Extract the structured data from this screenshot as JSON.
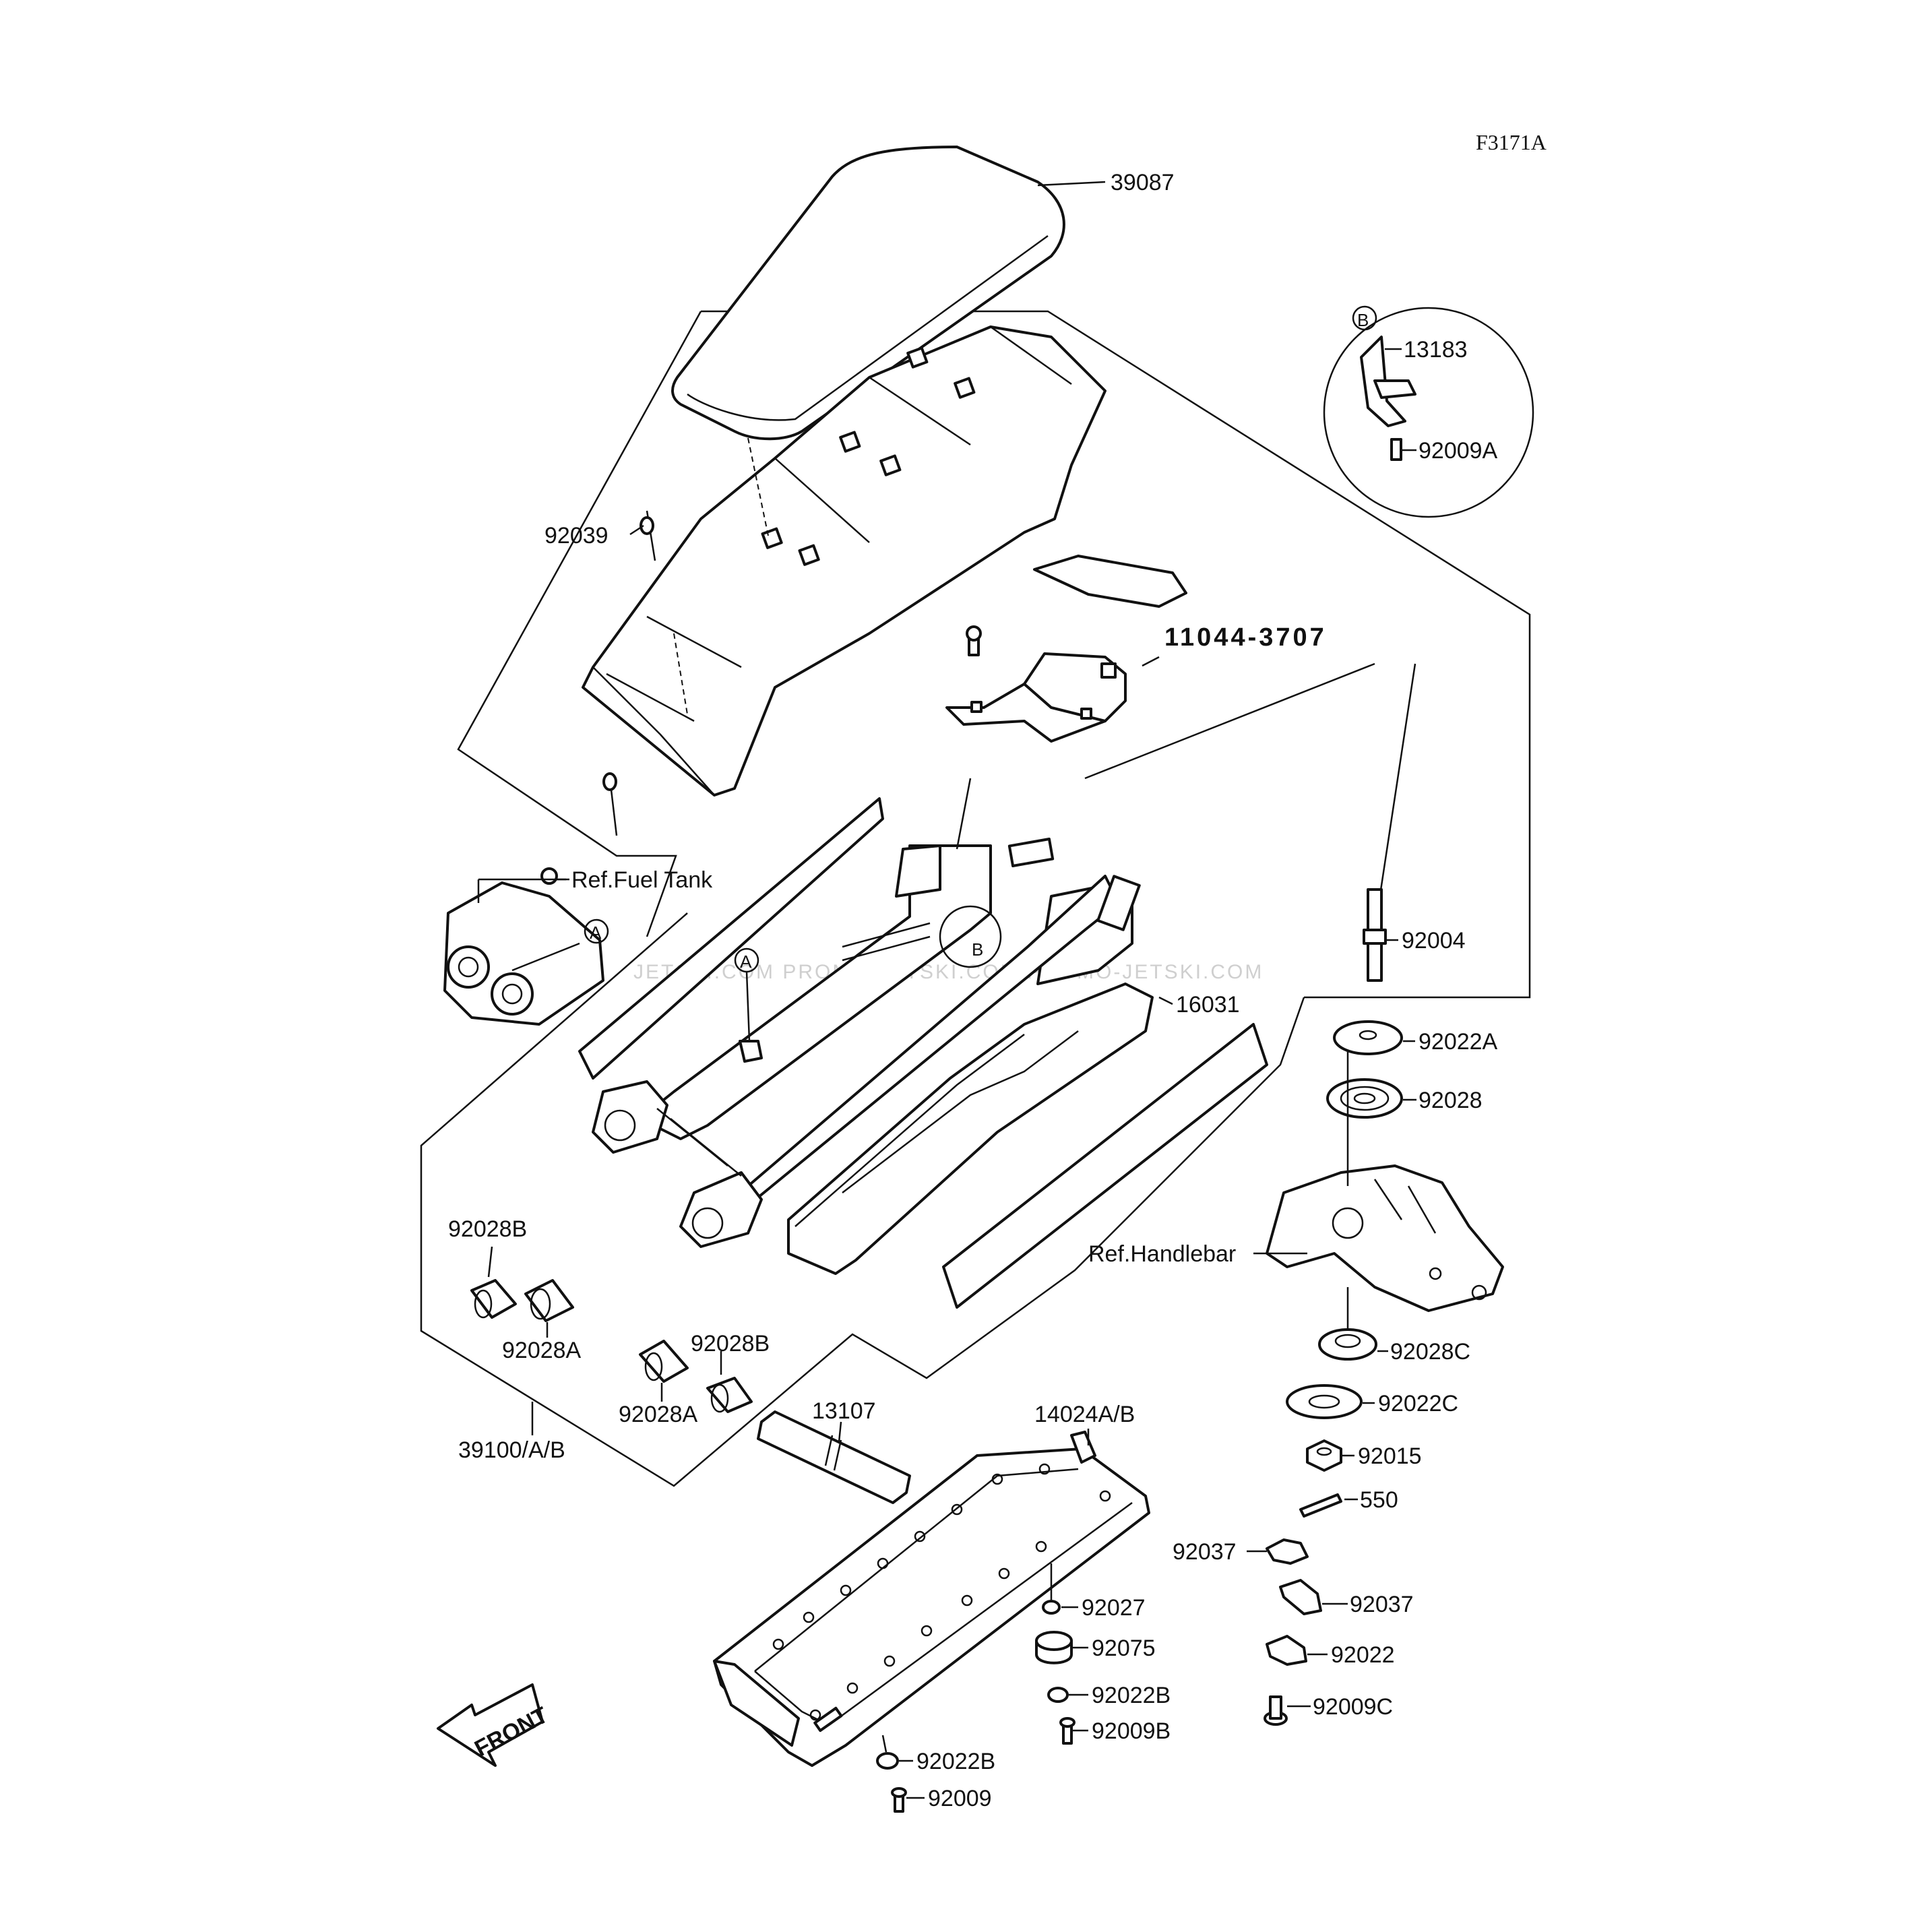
{
  "figure_code": "F3171A",
  "callout_letters": {
    "a": "A",
    "b": "B"
  },
  "watermark": "JETSKI.COM PROMO-JETSKI.COM PROMO-JETSKI.COM",
  "front_arrow_label": "FRONT",
  "labels": {
    "p39087": "39087",
    "p13183": "13183",
    "p92009A": "92009A",
    "p92039": "92039",
    "p11044": "11044-3707",
    "ref_fuel_tank": "Ref.Fuel Tank",
    "p92004": "92004",
    "p16031": "16031",
    "p92022A": "92022A",
    "p92028": "92028",
    "ref_handlebar": "Ref.Handlebar",
    "p92028B_left": "92028B",
    "p92028A_left": "92028A",
    "p92028B_mid": "92028B",
    "p92028A_mid": "92028A",
    "p92028C": "92028C",
    "p92022C": "92022C",
    "p13107": "13107",
    "p14024": "14024A/B",
    "p92015": "92015",
    "p39100": "39100/A/B",
    "p550": "550",
    "p92037_left": "92037",
    "p92037_right": "92037",
    "p92027": "92027",
    "p92075": "92075",
    "p92022": "92022",
    "p92022B_mid": "92022B",
    "p92009C": "92009C",
    "p92009B": "92009B",
    "p92022B_low": "92022B",
    "p92009": "92009"
  }
}
